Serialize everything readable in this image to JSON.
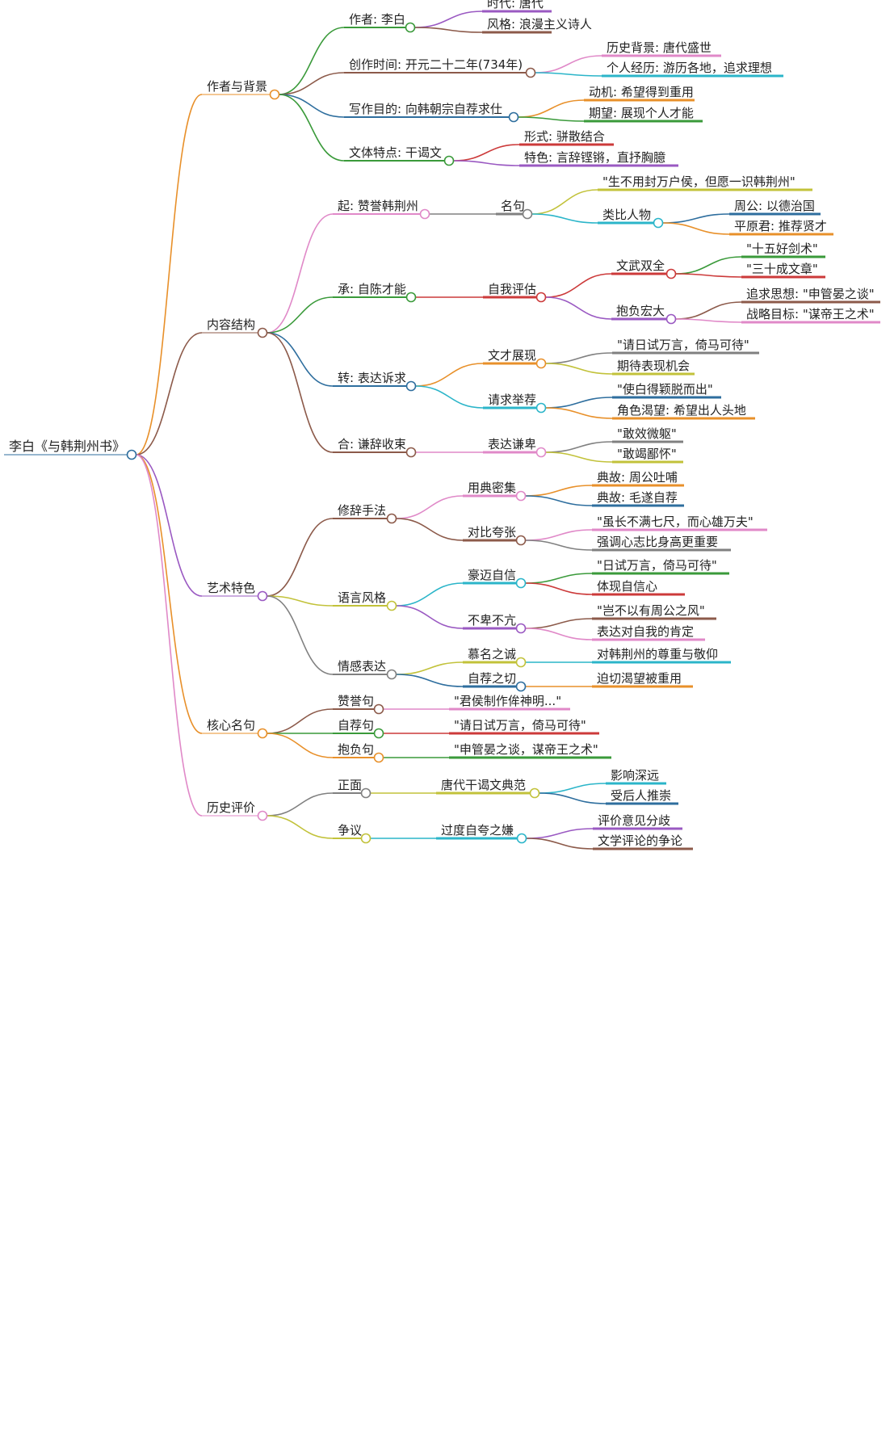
{
  "mindmap": {
    "root": "李白《与韩荆州书》",
    "root_color": "#2e6e9e",
    "branches": [
      {
        "label": "作者与背景",
        "color": "#e8902a",
        "children": [
          {
            "label": "作者: 李白",
            "color": "#3a9a3a",
            "children": [
              {
                "label": "时代: 唐代",
                "color": "#9a59c2"
              },
              {
                "label": "风格: 浪漫主义诗人",
                "color": "#8c5a4a"
              }
            ]
          },
          {
            "label": "创作时间: 开元二十二年(734年)",
            "color": "#8c5a4a",
            "children": [
              {
                "label": "历史背景: 唐代盛世",
                "color": "#e089c8"
              },
              {
                "label": "个人经历: 游历各地，追求理想",
                "color": "#2bb5c9"
              }
            ]
          },
          {
            "label": "写作目的: 向韩朝宗自荐求仕",
            "color": "#2e6e9e",
            "children": [
              {
                "label": "动机: 希望得到重用",
                "color": "#e8902a"
              },
              {
                "label": "期望: 展现个人才能",
                "color": "#3a9a3a"
              }
            ]
          },
          {
            "label": "文体特点: 干谒文",
            "color": "#3a9a3a",
            "children": [
              {
                "label": "形式: 骈散结合",
                "color": "#cc3a3a"
              },
              {
                "label": "特色: 言辞铿锵，直抒胸臆",
                "color": "#9a59c2"
              }
            ]
          }
        ]
      },
      {
        "label": "内容结构",
        "color": "#8c5a4a",
        "children": [
          {
            "label": "起: 赞誉韩荆州",
            "color": "#e089c8",
            "children": [
              {
                "label": "名句",
                "color": "#808080",
                "children": [
                  {
                    "label": "\"生不用封万户侯，但愿一识韩荆州\"",
                    "color": "#c2c23a"
                  },
                  {
                    "label": "类比人物",
                    "color": "#2bb5c9",
                    "children": [
                      {
                        "label": "周公: 以德治国",
                        "color": "#2e6e9e"
                      },
                      {
                        "label": "平原君: 推荐贤才",
                        "color": "#e8902a"
                      }
                    ]
                  }
                ]
              }
            ]
          },
          {
            "label": "承: 自陈才能",
            "color": "#3a9a3a",
            "children": [
              {
                "label": "自我评估",
                "color": "#cc3a3a",
                "children": [
                  {
                    "label": "文武双全",
                    "color": "#cc3a3a",
                    "children": [
                      {
                        "label": "\"十五好剑术\"",
                        "color": "#3a9a3a"
                      },
                      {
                        "label": "\"三十成文章\"",
                        "color": "#cc3a3a"
                      }
                    ]
                  },
                  {
                    "label": "抱负宏大",
                    "color": "#9a59c2",
                    "children": [
                      {
                        "label": "追求思想: \"申管晏之谈\"",
                        "color": "#8c5a4a"
                      },
                      {
                        "label": "战略目标: \"谋帝王之术\"",
                        "color": "#e089c8"
                      }
                    ]
                  }
                ]
              }
            ]
          },
          {
            "label": "转: 表达诉求",
            "color": "#2e6e9e",
            "children": [
              {
                "label": "文才展现",
                "color": "#e8902a",
                "children": [
                  {
                    "label": "\"请日试万言，倚马可待\"",
                    "color": "#808080"
                  },
                  {
                    "label": "期待表现机会",
                    "color": "#c2c23a"
                  }
                ]
              },
              {
                "label": "请求举荐",
                "color": "#2bb5c9",
                "children": [
                  {
                    "label": "\"使白得颖脱而出\"",
                    "color": "#2e6e9e"
                  },
                  {
                    "label": "角色渴望: 希望出人头地",
                    "color": "#e8902a"
                  }
                ]
              }
            ]
          },
          {
            "label": "合: 谦辞收束",
            "color": "#8c5a4a",
            "children": [
              {
                "label": "表达谦卑",
                "color": "#e089c8",
                "children": [
                  {
                    "label": "\"敢效微躯\"",
                    "color": "#808080"
                  },
                  {
                    "label": "\"敢竭鄙怀\"",
                    "color": "#c2c23a"
                  }
                ]
              }
            ]
          }
        ]
      },
      {
        "label": "艺术特色",
        "color": "#9a59c2",
        "children": [
          {
            "label": "修辞手法",
            "color": "#8c5a4a",
            "children": [
              {
                "label": "用典密集",
                "color": "#e089c8",
                "children": [
                  {
                    "label": "典故: 周公吐哺",
                    "color": "#e8902a"
                  },
                  {
                    "label": "典故: 毛遂自荐",
                    "color": "#2e6e9e"
                  }
                ]
              },
              {
                "label": "对比夸张",
                "color": "#8c5a4a",
                "children": [
                  {
                    "label": "\"虽长不满七尺，而心雄万夫\"",
                    "color": "#e089c8"
                  },
                  {
                    "label": "强调心志比身高更重要",
                    "color": "#808080"
                  }
                ]
              }
            ]
          },
          {
            "label": "语言风格",
            "color": "#c2c23a",
            "children": [
              {
                "label": "豪迈自信",
                "color": "#2bb5c9",
                "children": [
                  {
                    "label": "\"日试万言，倚马可待\"",
                    "color": "#3a9a3a"
                  },
                  {
                    "label": "体现自信心",
                    "color": "#cc3a3a"
                  }
                ]
              },
              {
                "label": "不卑不亢",
                "color": "#9a59c2",
                "children": [
                  {
                    "label": "\"岂不以有周公之风\"",
                    "color": "#8c5a4a"
                  },
                  {
                    "label": "表达对自我的肯定",
                    "color": "#e089c8"
                  }
                ]
              }
            ]
          },
          {
            "label": "情感表达",
            "color": "#808080",
            "children": [
              {
                "label": "慕名之诚",
                "color": "#c2c23a",
                "children": [
                  {
                    "label": "对韩荆州的尊重与敬仰",
                    "color": "#2bb5c9"
                  }
                ]
              },
              {
                "label": "自荐之切",
                "color": "#2e6e9e",
                "children": [
                  {
                    "label": "迫切渴望被重用",
                    "color": "#e8902a"
                  }
                ]
              }
            ]
          }
        ]
      },
      {
        "label": "核心名句",
        "color": "#e8902a",
        "children": [
          {
            "label": "赞誉句",
            "color": "#8c5a4a",
            "children": [
              {
                "label": "\"君侯制作侔神明...\"",
                "color": "#e089c8"
              }
            ]
          },
          {
            "label": "自荐句",
            "color": "#3a9a3a",
            "children": [
              {
                "label": "\"请日试万言，倚马可待\"",
                "color": "#cc3a3a"
              }
            ]
          },
          {
            "label": "抱负句",
            "color": "#e8902a",
            "children": [
              {
                "label": "\"申管晏之谈，谋帝王之术\"",
                "color": "#3a9a3a"
              }
            ]
          }
        ]
      },
      {
        "label": "历史评价",
        "color": "#e089c8",
        "children": [
          {
            "label": "正面",
            "color": "#808080",
            "children": [
              {
                "label": "唐代干谒文典范",
                "color": "#c2c23a",
                "children": [
                  {
                    "label": "影响深远",
                    "color": "#2bb5c9"
                  },
                  {
                    "label": "受后人推崇",
                    "color": "#2e6e9e"
                  }
                ]
              }
            ]
          },
          {
            "label": "争议",
            "color": "#c2c23a",
            "children": [
              {
                "label": "过度自夸之嫌",
                "color": "#2bb5c9",
                "children": [
                  {
                    "label": "评价意见分歧",
                    "color": "#9a59c2"
                  },
                  {
                    "label": "文学评论的争论",
                    "color": "#8c5a4a"
                  }
                ]
              }
            ]
          }
        ]
      }
    ]
  }
}
